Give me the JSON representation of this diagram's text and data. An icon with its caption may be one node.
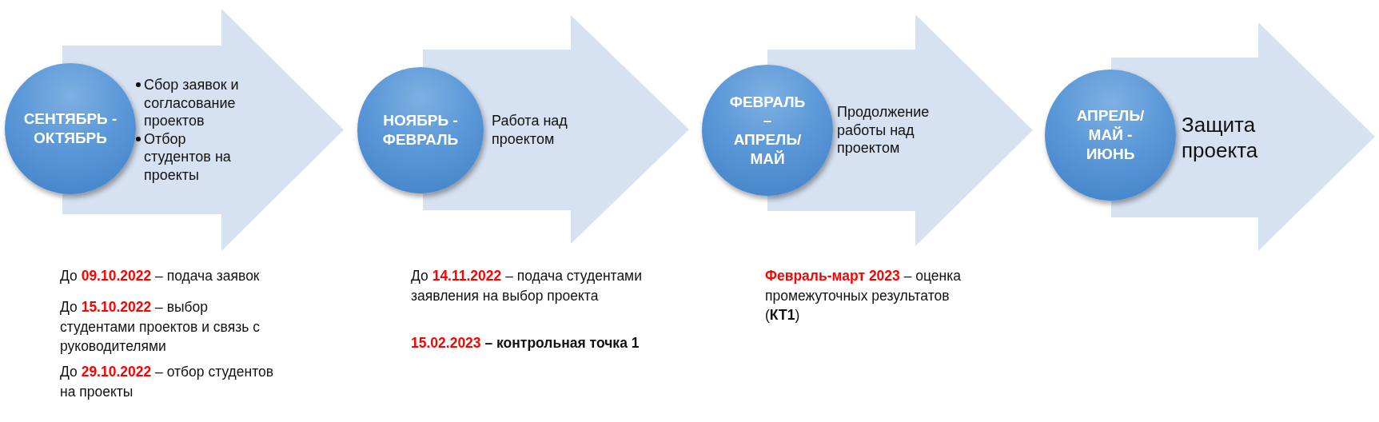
{
  "diagram": {
    "nodes": [
      {
        "text": [
          "СЕНТЯБРЬ - ОКТЯБРЬ"
        ]
      },
      {
        "text": [
          "Сбор заявок и согласование проектов",
          "Отбор студентов на проекты"
        ]
      },
      {
        "text": [
          "НОЯБРЬ - ФЕВРАЛЬ"
        ]
      },
      {
        "text": [
          "Работа над проектом"
        ]
      },
      {
        "text": [
          "ФЕВРАЛЬ – АПРЕЛЬ/ МАЙ"
        ]
      },
      {
        "text": [
          "Продолжение работы над проектом"
        ]
      },
      {
        "text": [
          "АПРЕЛЬ/ МАЙ - ИЮНЬ"
        ]
      },
      {
        "text": [
          "Защита проекта"
        ]
      }
    ],
    "labels": [
      "До **09.10.2022** – подача заявок",
      "До **15.10.2022** – выбор студентами проектов и связь с руководителями",
      "До **29.10.2022** – отбор студентов на проекты",
      "До **14.11.2022** – подача студентами заявления на выбор проекта",
      "**15.02.2023** **– контрольная точка 1**",
      "**Февраль-март 2023** – оценка промежуточных результатов (**КТ1**)"
    ]
  }
}
